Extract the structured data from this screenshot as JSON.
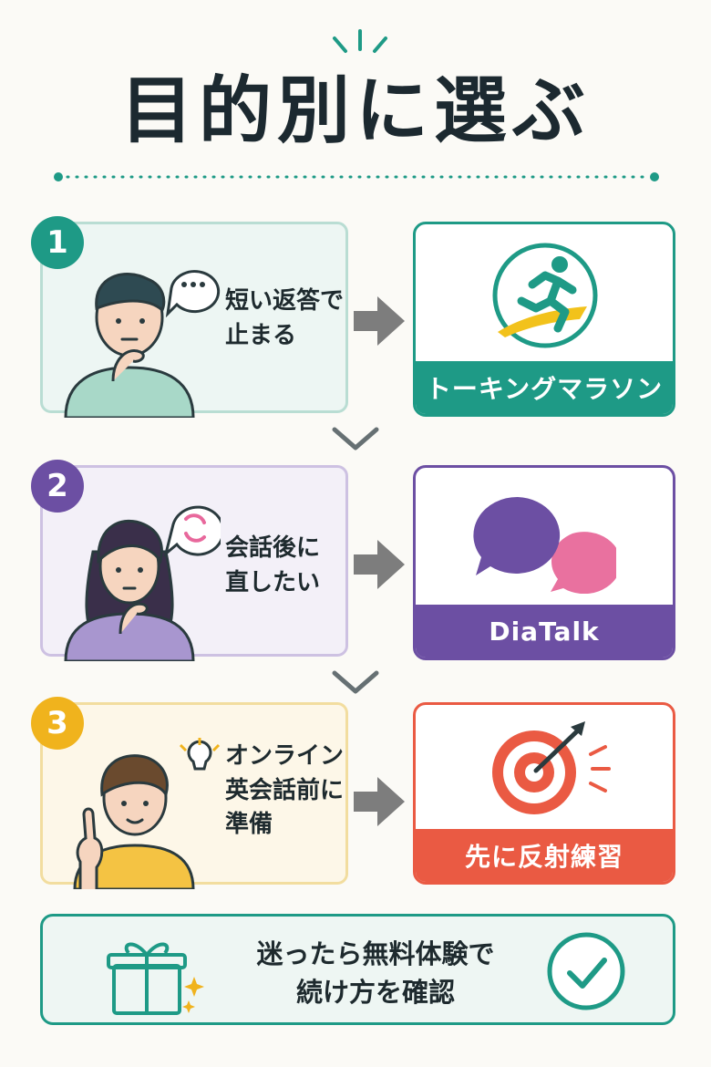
{
  "title": "目的別に選ぶ",
  "rows": [
    {
      "number": "1",
      "problem": "短い返答で\n止まる",
      "solution": "トーキングマラソン",
      "accent": "#1e9a86",
      "card_bg": "#edf6f3",
      "card_border": "#b9ddd3",
      "icon": "runner-icon"
    },
    {
      "number": "2",
      "problem": "会話後に\n直したい",
      "solution": "DiaTalk",
      "accent": "#6c4fa3",
      "card_bg": "#f3f0f8",
      "card_border": "#cdc1e2",
      "icon": "speech-bubbles-icon"
    },
    {
      "number": "3",
      "problem": "オンライン\n英会話前に\n準備",
      "solution": "先に反射練習",
      "accent": "#ea5a43",
      "card_bg": "#fdf7e8",
      "card_border": "#f2dd9f",
      "badge_color": "#f0b31d",
      "icon": "target-icon"
    }
  ],
  "bottom": {
    "text": "迷ったら無料体験で\n続け方を確認",
    "icon_left": "gift-icon",
    "icon_right": "check-circle-icon",
    "accent": "#1e9a86"
  }
}
